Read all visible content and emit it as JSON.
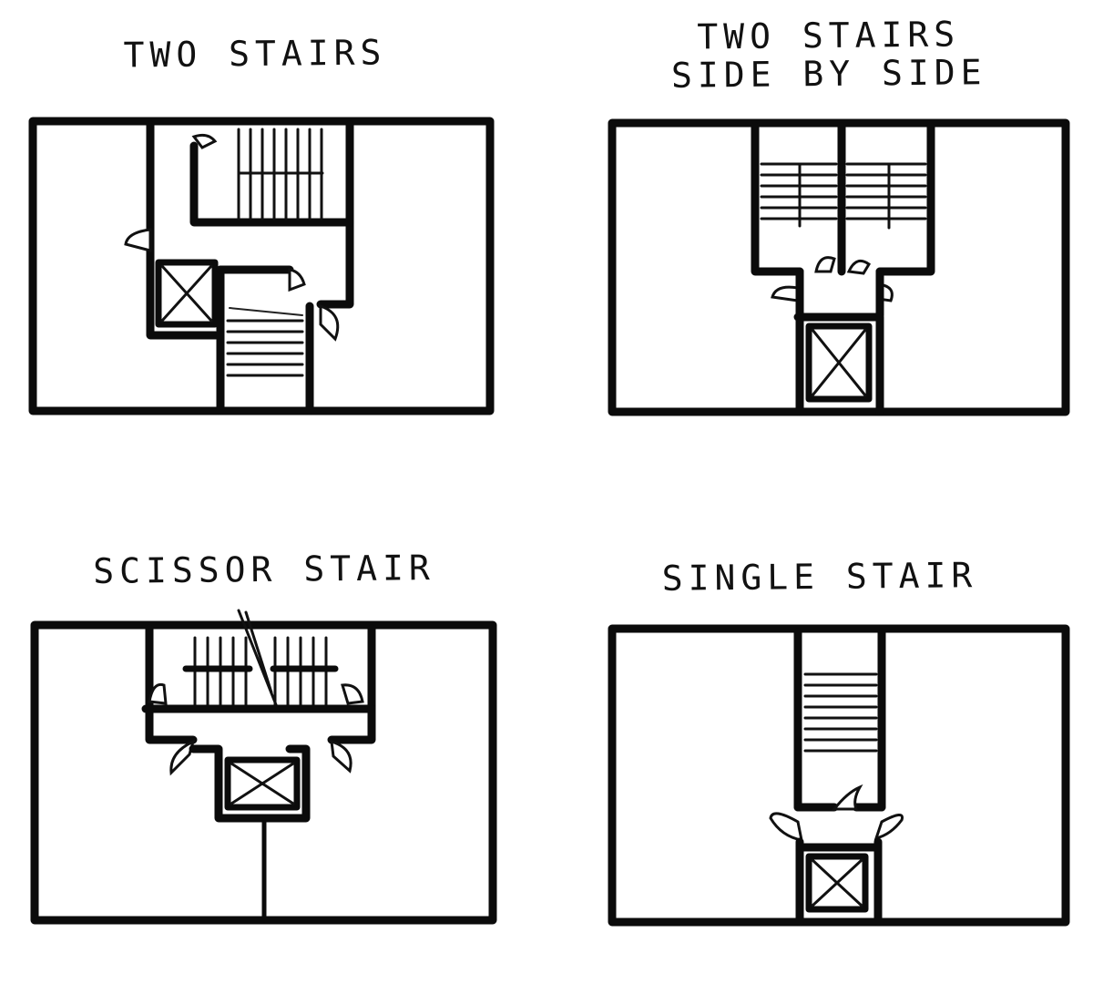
{
  "panels": {
    "two_stairs": {
      "title_lines": [
        "TWO STAIRS"
      ]
    },
    "side_by_side": {
      "title_lines": [
        "TWO STAIRS",
        "SIDE BY SIDE"
      ]
    },
    "scissor": {
      "title_lines": [
        "SCISSOR STAIR"
      ]
    },
    "single": {
      "title_lines": [
        "SINGLE STAIR"
      ]
    }
  },
  "ink_color": "#0b0b0b",
  "paper_color": "#ffffff"
}
